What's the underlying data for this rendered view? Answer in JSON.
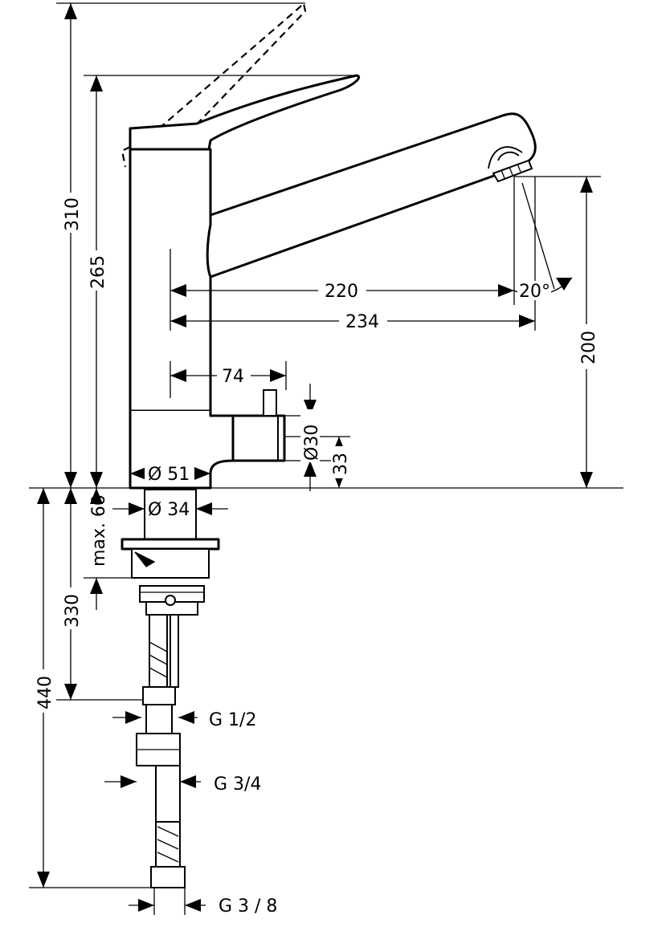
{
  "dimensions": {
    "height_total": "310",
    "height_body": "265",
    "reach_220": "220",
    "reach_234": "234",
    "spout_angle": "20°",
    "spout_height": "200",
    "knob_offset": "74",
    "knob_diameter": "Ø30",
    "knob_height": "33",
    "base_diameter": "Ø 51",
    "shank_diameter": "Ø 34",
    "max_deck": "max. 60",
    "depth_330": "330",
    "depth_440": "440"
  },
  "connections": {
    "g_half": "G 1/2",
    "g_three_quarter": "G 3/4",
    "g_three_eighth": "G 3 / 8"
  }
}
